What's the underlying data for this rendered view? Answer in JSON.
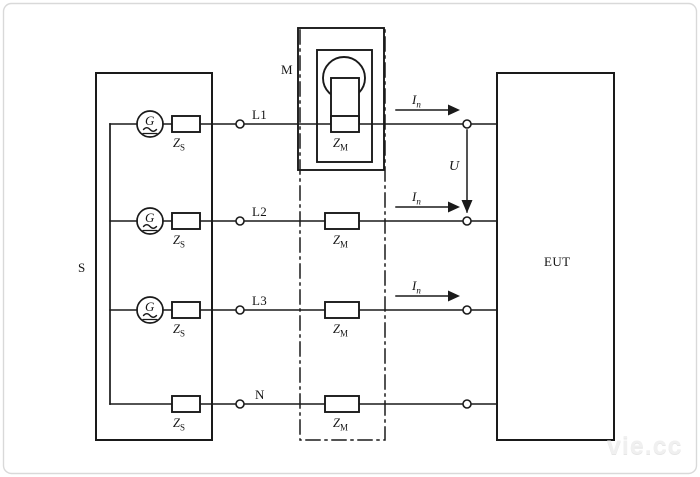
{
  "figure": {
    "type": "electrical-circuit-schematic",
    "description": "Test setup schematic: three-phase supply source with source impedances feeding an EUT through measurement impedances",
    "watermark": "vie.cc"
  },
  "blocks": {
    "source_label": "S",
    "measurement_label": "M",
    "eut_label": "EUT"
  },
  "lines": [
    {
      "name": "L1",
      "label": "L1",
      "current_label": "I",
      "current_sub": "n",
      "zs_label": "Z",
      "zs_sub": "S",
      "zm_label": "Z",
      "zm_sub": "M",
      "has_generator": true
    },
    {
      "name": "L2",
      "label": "L2",
      "current_label": "I",
      "current_sub": "n",
      "zs_label": "Z",
      "zs_sub": "S",
      "zm_label": "Z",
      "zm_sub": "M",
      "has_generator": true
    },
    {
      "name": "L3",
      "label": "L3",
      "current_label": "I",
      "current_sub": "n",
      "zs_label": "Z",
      "zs_sub": "S",
      "zm_label": "Z",
      "zm_sub": "M",
      "has_generator": true
    },
    {
      "name": "N",
      "label": "N",
      "current_label": "",
      "current_sub": "",
      "zs_label": "Z",
      "zs_sub": "S",
      "zm_label": "Z",
      "zm_sub": "M",
      "has_generator": false
    }
  ],
  "voltage": {
    "label": "U",
    "between": "L1-L2"
  },
  "generator": {
    "symbol_letter": "G",
    "symbol_wave": "∿",
    "count": 3
  },
  "colors": {
    "stroke": "#1a1a1a",
    "background": "#ffffff",
    "frame": "#d9d9d9",
    "watermark": "#f0f0f0"
  }
}
